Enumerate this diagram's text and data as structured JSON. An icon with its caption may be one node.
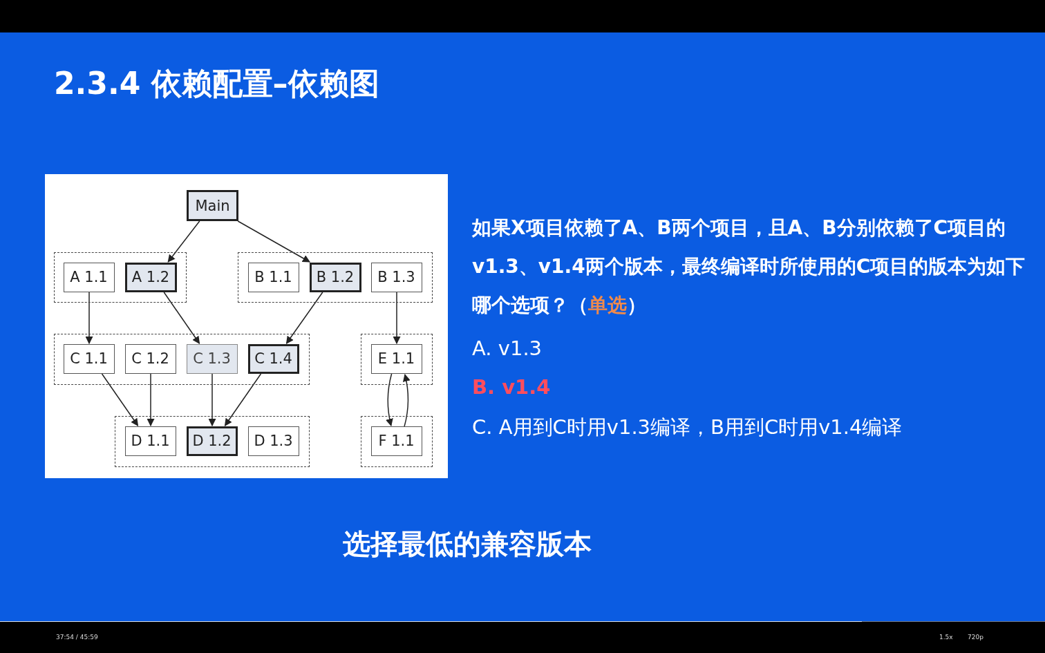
{
  "diagram": {
    "title": "2.3.4 依赖配置–依赖图",
    "nodes": [
      {
        "text": [
          "Main"
        ]
      },
      {
        "text": [],
        "shape": "box"
      },
      {
        "text": [
          "A 1.1"
        ],
        "in": 1
      },
      {
        "text": [
          "A 1.2"
        ],
        "in": 1
      },
      {
        "text": [],
        "shape": "box"
      },
      {
        "text": [
          "B 1.1"
        ],
        "in": 4
      },
      {
        "text": [
          "B 1.2"
        ],
        "in": 4
      },
      {
        "text": [
          "B 1.3"
        ],
        "in": 4
      },
      {
        "text": [],
        "shape": "box"
      },
      {
        "text": [
          "C 1.1"
        ],
        "in": 8
      },
      {
        "text": [
          "C 1.2"
        ],
        "in": 8
      },
      {
        "text": [
          "C 1.3"
        ],
        "in": 8
      },
      {
        "text": [
          "C 1.4"
        ],
        "in": 8
      },
      {
        "text": [],
        "shape": "box"
      },
      {
        "text": [
          "E 1.1"
        ],
        "in": 13
      },
      {
        "text": [],
        "shape": "box"
      },
      {
        "text": [
          "D 1.1"
        ],
        "in": 15
      },
      {
        "text": [
          "D 1.2"
        ],
        "in": 15
      },
      {
        "text": [
          "D 1.3"
        ],
        "in": 15
      },
      {
        "text": [],
        "shape": "box"
      },
      {
        "text": [
          "F 1.1"
        ],
        "in": 19
      }
    ],
    "edges": [
      {
        "from": 0,
        "to": 3,
        "arrow": "to"
      },
      {
        "from": 0,
        "to": 6,
        "arrow": "to"
      },
      {
        "from": 2,
        "to": 9,
        "arrow": "to"
      },
      {
        "from": 3,
        "to": 11,
        "arrow": "to"
      },
      {
        "from": 6,
        "to": 12,
        "arrow": "to"
      },
      {
        "from": 7,
        "to": 14,
        "arrow": "to"
      },
      {
        "from": 9,
        "to": 16,
        "arrow": "to"
      },
      {
        "from": 10,
        "to": 16,
        "arrow": "to"
      },
      {
        "from": 11,
        "to": 17,
        "arrow": "to"
      },
      {
        "from": 12,
        "to": 17,
        "arrow": "to"
      },
      {
        "from": 14,
        "to": 20,
        "arrow": "to"
      },
      {
        "from": 20,
        "to": 14,
        "arrow": "to"
      }
    ],
    "labels": [
      "如果X项目依赖了A、B两个项目，且A、B分别依赖了C项目的v1.3、v1.4两个版本，最终编译时所使用的C项目的版本为如下哪个选项？（**单选**）",
      "A. v1.3",
      "B. v1.4",
      "C. A用到C时用v1.3编译，B用到C时用v1.4编译",
      "选择最低的兼容版本",
      "37:54 / 45:59",
      "1.5x",
      "720p"
    ]
  }
}
